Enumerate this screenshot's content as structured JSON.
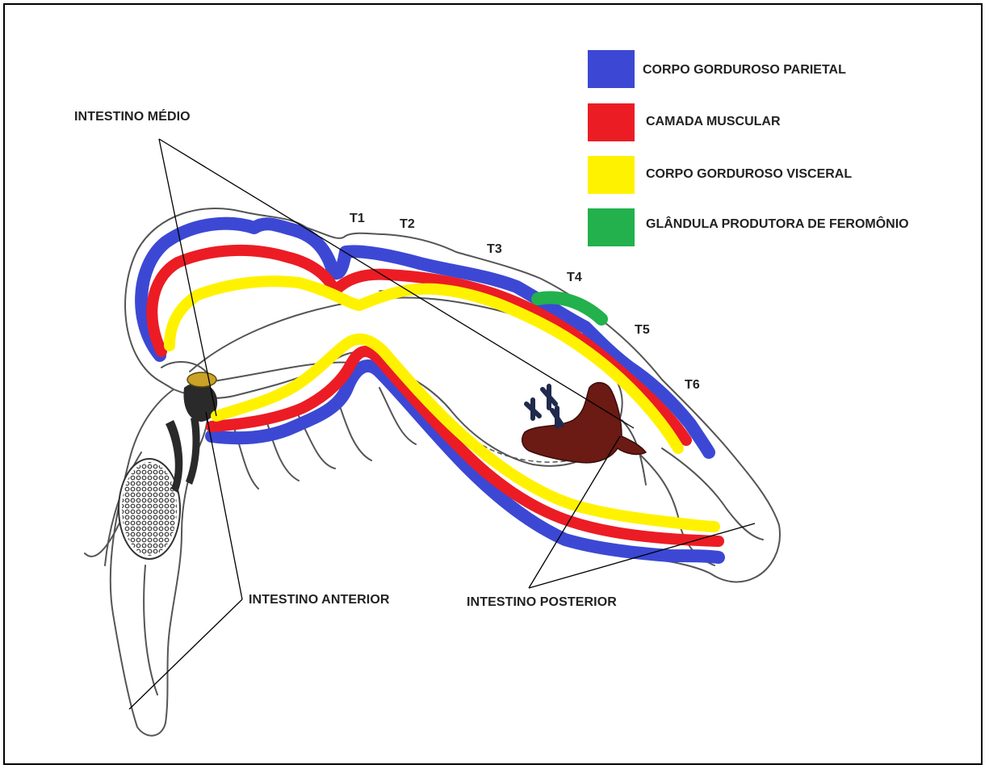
{
  "legend": {
    "items": [
      {
        "label": "CORPO GORDUROSO PARIETAL",
        "color": "#3c48d4"
      },
      {
        "label": "CAMADA MUSCULAR",
        "color": "#ec1c24"
      },
      {
        "label": "CORPO GORDUROSO VISCERAL",
        "color": "#fff200"
      },
      {
        "label": "GLÂNDULA PRODUTORA DE FEROMÔNIO",
        "color": "#22b14c"
      }
    ]
  },
  "labels": {
    "midgut": "INTESTINO MÉDIO",
    "foregut": "INTESTINO ANTERIOR",
    "hindgut": "INTESTINO POSTERIOR"
  },
  "segments": [
    "T1",
    "T2",
    "T3",
    "T4",
    "T5",
    "T6"
  ],
  "colors": {
    "outline": "#555555",
    "leader_line": "#000000",
    "hindgut_organ": "#6b1a14",
    "tracheae": "#1f2a4d"
  }
}
